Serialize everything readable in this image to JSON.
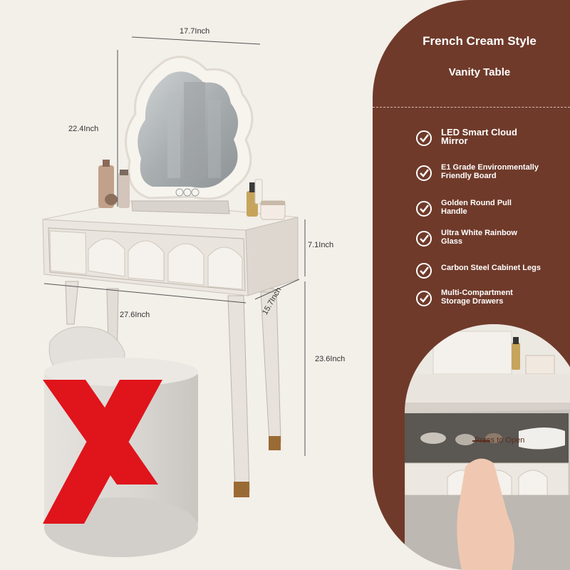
{
  "dimensions": {
    "mirror_width": "17.7Inch",
    "mirror_height": "22.4Inch",
    "drawer_height": "7.1Inch",
    "table_width": "27.6Inch",
    "table_depth": "15.7Inch",
    "leg_height": "23.6Inch"
  },
  "panel": {
    "title": "French Cream Style",
    "subtitle": "Vanity Table",
    "features": [
      {
        "label_1": "LED Smart Cloud",
        "label_2": "Mirror",
        "icon": "check-circle-icon"
      },
      {
        "label_1": "E1 Grade Environmentally",
        "label_2": "Friendly Board",
        "icon": "check-circle-icon"
      },
      {
        "label_1": "Golden Round Pull",
        "label_2": "Handle",
        "icon": "check-circle-icon"
      },
      {
        "label_1": "Ultra White Rainbow",
        "label_2": "Glass",
        "icon": "check-circle-icon"
      },
      {
        "label_1": "Carbon Steel Cabinet Legs",
        "label_2": "",
        "icon": "check-circle-icon"
      },
      {
        "label_1": "Multi-Compartment",
        "label_2": "Storage Drawers",
        "icon": "check-circle-icon"
      }
    ],
    "inset_caption": "Press to Open"
  },
  "colors": {
    "panel_brown": "#6f3a2a",
    "background_cream": "#f3efe9",
    "furniture_white": "#ebe6e0",
    "cross_red": "#e0141b",
    "leg_cap_gold": "#9a6a34"
  }
}
